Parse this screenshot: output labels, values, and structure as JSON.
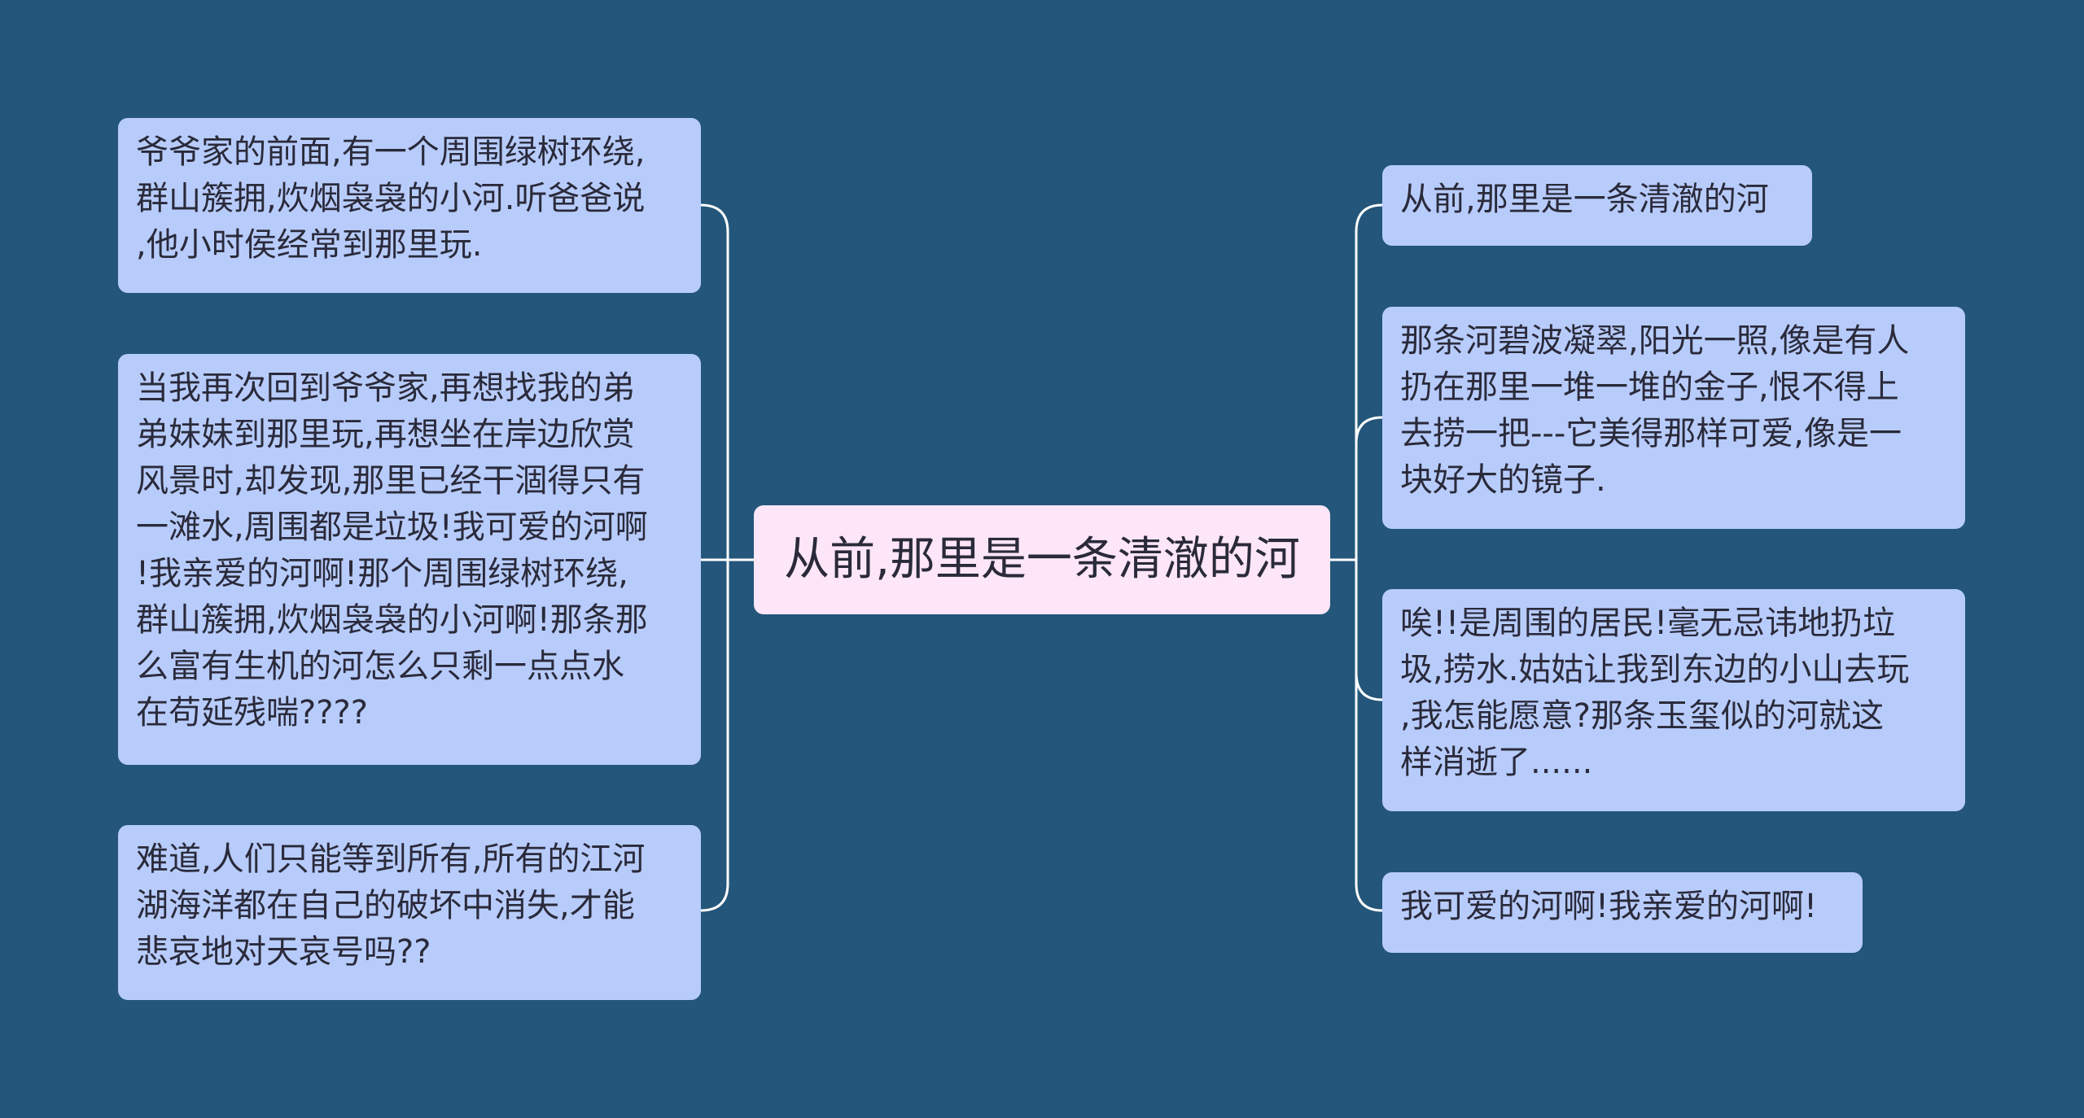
{
  "colors": {
    "background": "#23567a",
    "center_node_fill": "#fde6f8",
    "topic_node_fill": "#b8ccfc",
    "connector": "#ffffff",
    "text": "#2a2a3a"
  },
  "center": {
    "text": "从前,那里是一条清澈的河"
  },
  "left_topics": [
    {
      "text": "爷爷家的前面,有一个周围绿树环绕,\n群山簇拥,炊烟袅袅的小河.听爸爸说\n,他小时侯经常到那里玩."
    },
    {
      "text": "当我再次回到爷爷家,再想找我的弟\n弟妹妹到那里玩,再想坐在岸边欣赏\n风景时,却发现,那里已经干涸得只有\n一滩水,周围都是垃圾!我可爱的河啊\n!我亲爱的河啊!那个周围绿树环绕,\n群山簇拥,炊烟袅袅的小河啊!那条那\n么富有生机的河怎么只剩一点点水\n在苟延残喘????"
    },
    {
      "text": "难道,人们只能等到所有,所有的江河\n湖海洋都在自己的破坏中消失,才能\n悲哀地对天哀号吗??"
    }
  ],
  "right_topics": [
    {
      "text": "从前,那里是一条清澈的河"
    },
    {
      "text": "那条河碧波凝翠,阳光一照,像是有人\n扔在那里一堆一堆的金子,恨不得上\n去捞一把---它美得那样可爱,像是一\n块好大的镜子."
    },
    {
      "text": "唉!!是周围的居民!毫无忌讳地扔垃\n圾,捞水.姑姑让我到东边的小山去玩\n,我怎能愿意?那条玉玺似的河就这\n样消逝了......"
    },
    {
      "text": "我可爱的河啊!我亲爱的河啊!"
    }
  ]
}
